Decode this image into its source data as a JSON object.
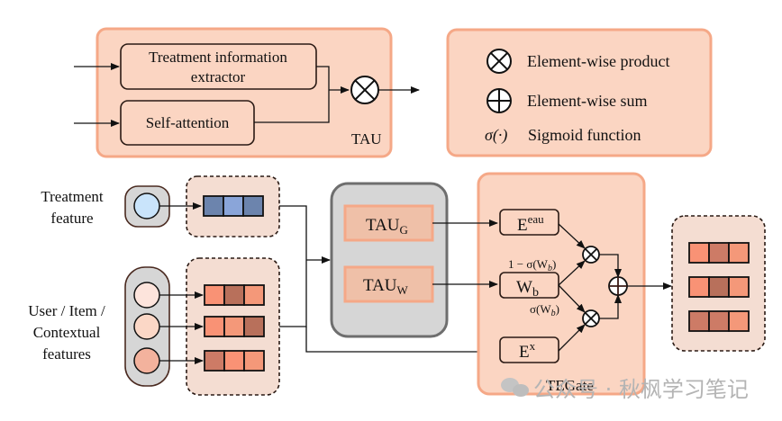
{
  "tau_legend": {
    "treatment_extractor_line1": "Treatment information",
    "treatment_extractor_line2": "extractor",
    "self_attention": "Self-attention",
    "title": "TAU"
  },
  "symbols_legend": {
    "product": "Element-wise product",
    "sum": "Element-wise sum",
    "sigmoid_symbol": "σ(·)",
    "sigmoid": "Sigmoid function"
  },
  "inputs": {
    "treatment_line1": "Treatment",
    "treatment_line2": "feature",
    "user_line1": "User / Item /",
    "user_line2": "Contextual",
    "user_line3": "features"
  },
  "tau_block": {
    "tau_g": "TAU",
    "tau_g_sub": "G",
    "tau_w": "TAU",
    "tau_w_sub": "W"
  },
  "tegate": {
    "title": "TEGate",
    "e_eau": "E",
    "e_eau_sup": "eau",
    "w_b": "W",
    "w_b_sub": "b",
    "e_x": "E",
    "e_x_sup": "x",
    "label_one_minus": "1 − σ(W",
    "label_sigma": "σ(W",
    "label_sub": "b",
    "label_close": ")"
  },
  "watermark": "公众号 · 秋枫学习笔记",
  "colors": {
    "panel_orange": "#fbd5c2",
    "panel_orange_border": "#f5a887",
    "embed_bg": "#f4ddd2",
    "gray_block": "#d6d6d6",
    "tau_inner": "#efc0a8",
    "treatment_cells": [
      "#6c84ad",
      "#8aa5d9",
      "#6c84ad"
    ],
    "user_row1": [
      "#f99275",
      "#b8705b",
      "#f49879"
    ],
    "user_row2": [
      "#f99275",
      "#f49879",
      "#b8705b"
    ],
    "user_row3": [
      "#cd7b66",
      "#f99275",
      "#f49879"
    ],
    "output_row1": [
      "#f99275",
      "#cd7b66",
      "#f49879"
    ],
    "output_row2": [
      "#f99275",
      "#b8705b",
      "#f49879"
    ],
    "output_row3": [
      "#cd7b66",
      "#cd7b66",
      "#f49879"
    ]
  }
}
